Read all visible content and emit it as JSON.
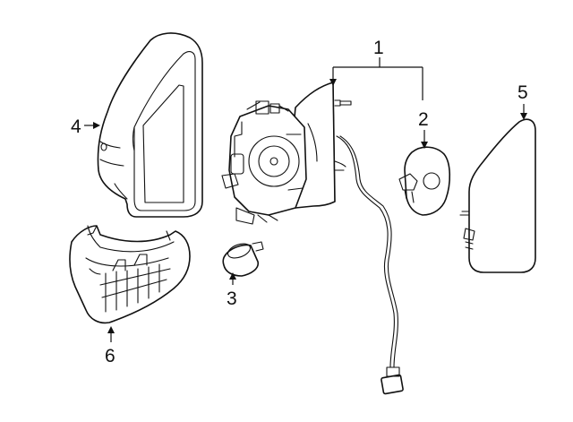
{
  "colors": {
    "line": "#111111",
    "background": "#ffffff"
  },
  "callouts": [
    {
      "key": "1",
      "label": "1"
    },
    {
      "key": "2",
      "label": "2"
    },
    {
      "key": "3",
      "label": "3"
    },
    {
      "key": "4",
      "label": "4"
    },
    {
      "key": "5",
      "label": "5"
    },
    {
      "key": "6",
      "label": "6"
    }
  ]
}
